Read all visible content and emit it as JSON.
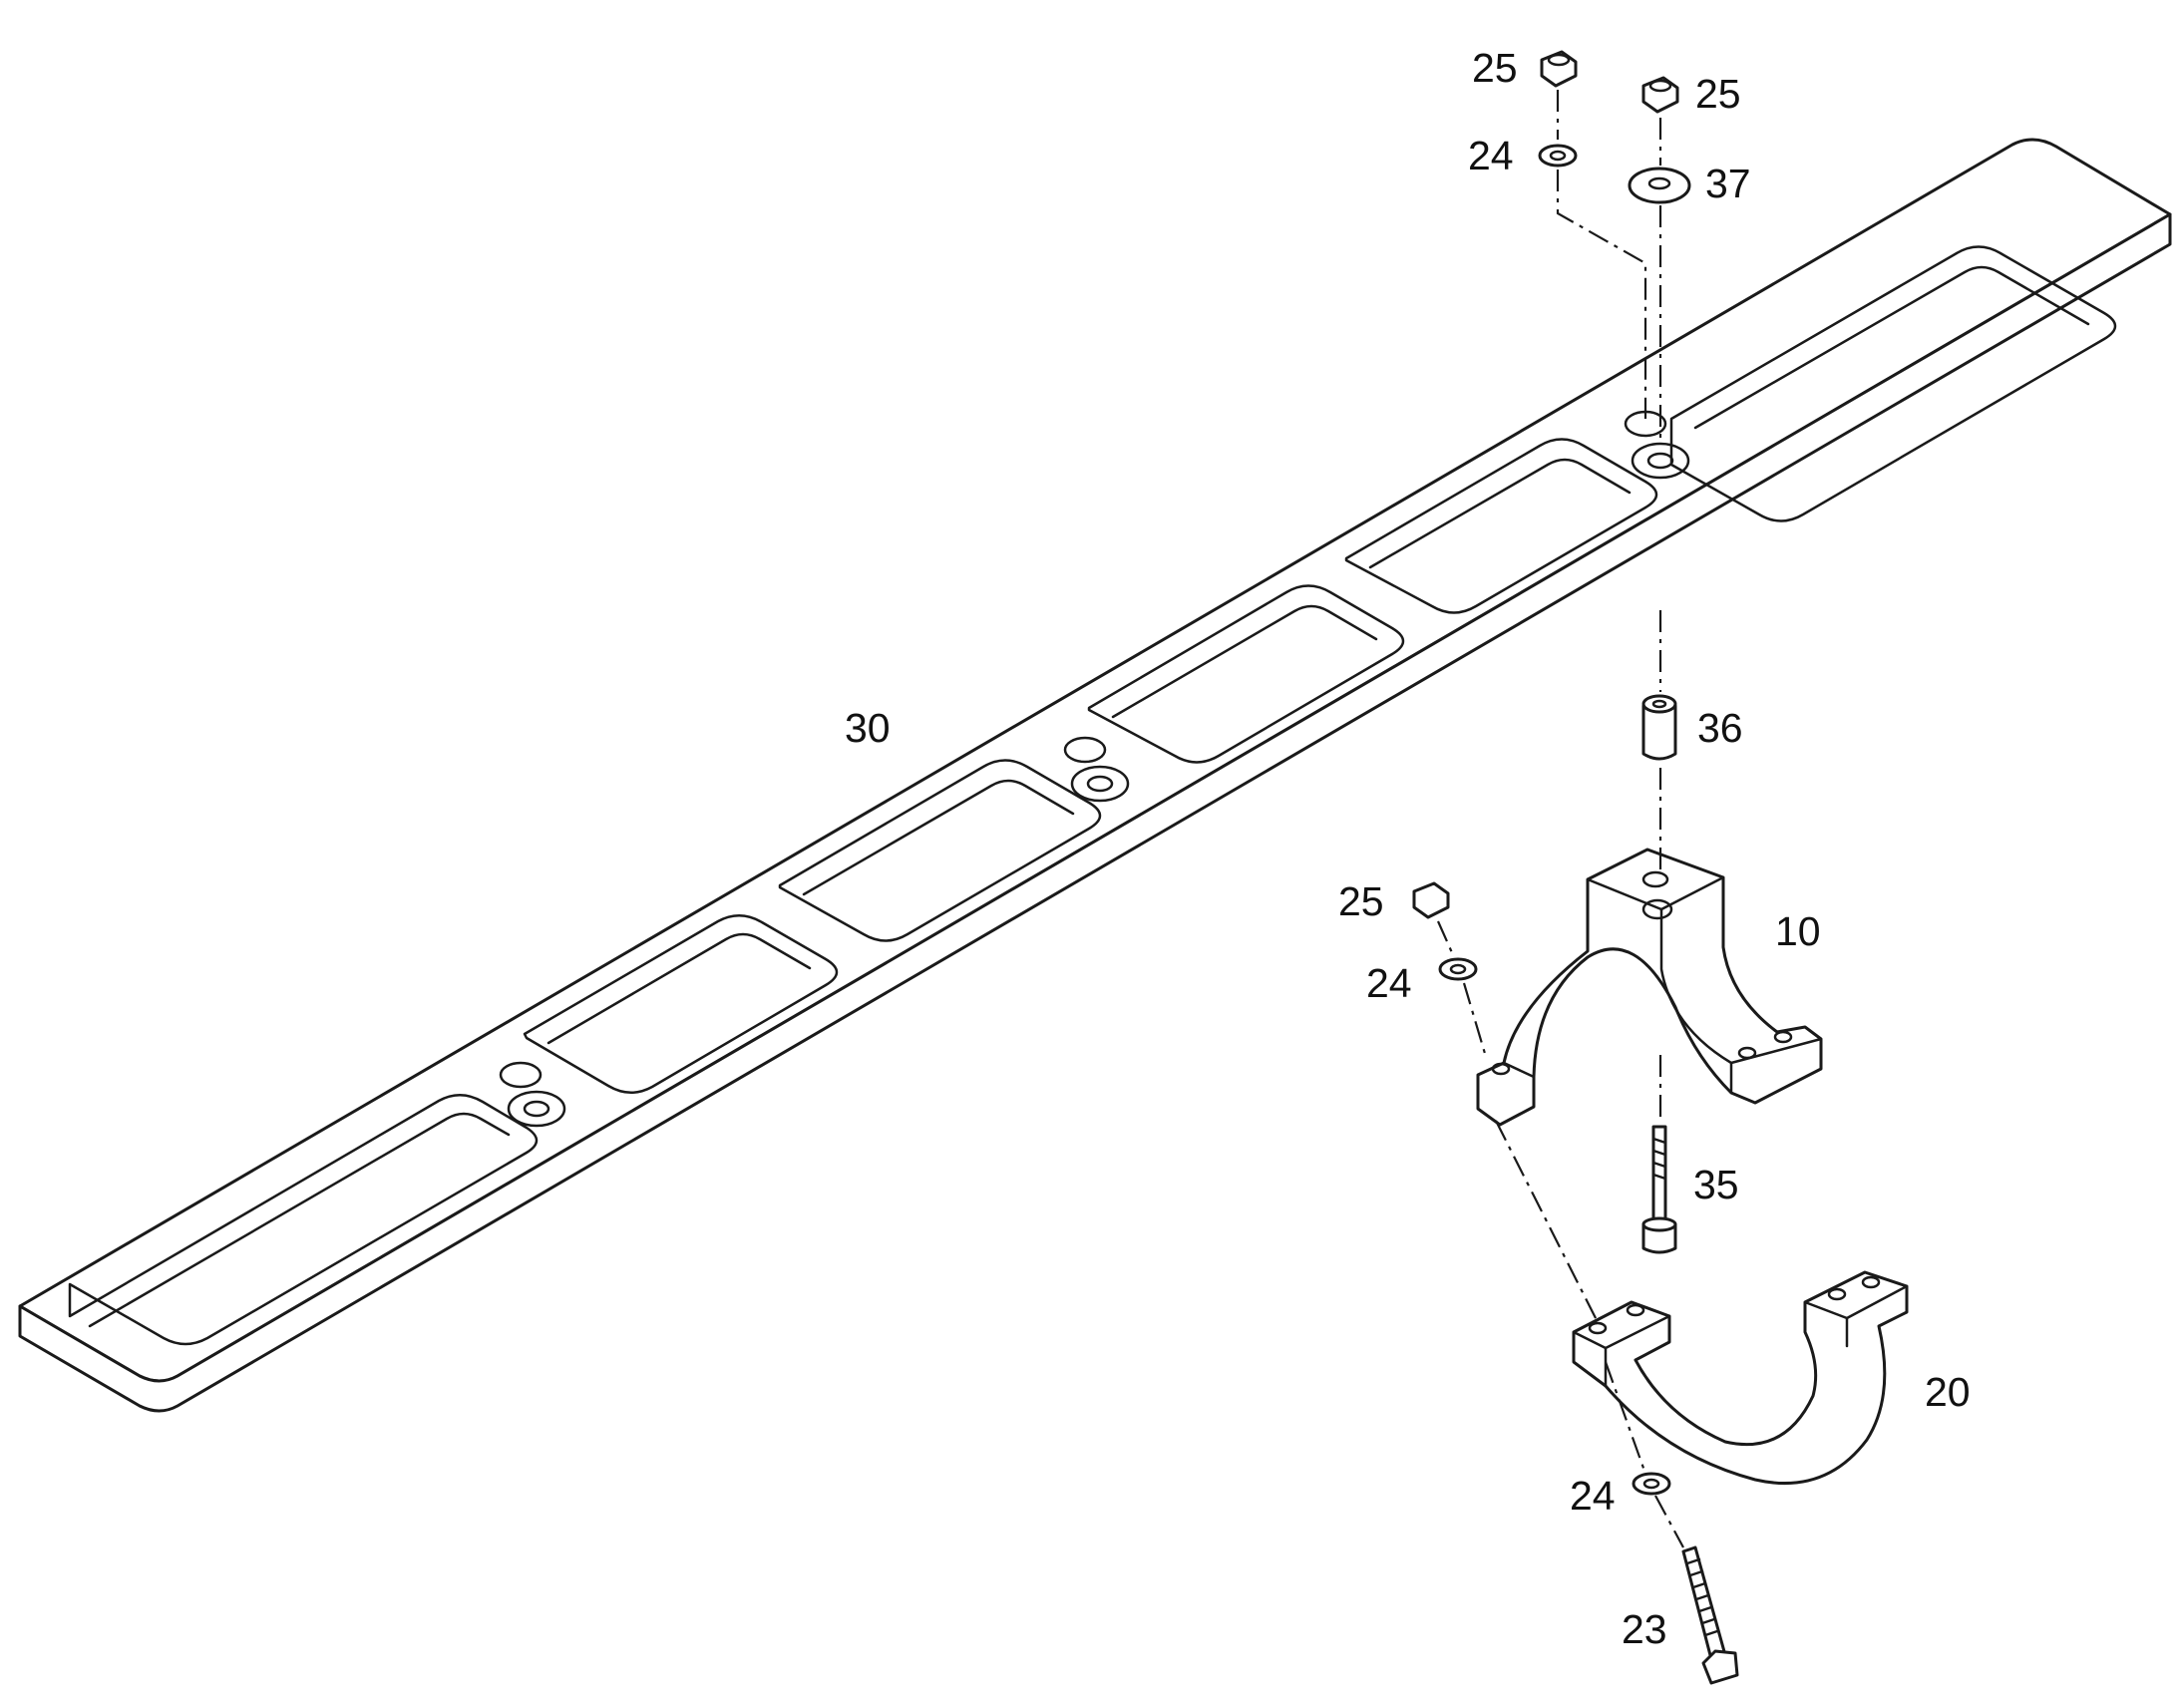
{
  "diagram": {
    "line_color": "#1a1a1a",
    "background": "#ffffff",
    "callouts": [
      {
        "id": "c30",
        "label": "30"
      },
      {
        "id": "c10",
        "label": "10"
      },
      {
        "id": "c20",
        "label": "20"
      },
      {
        "id": "c23",
        "label": "23"
      },
      {
        "id": "c24a",
        "label": "24"
      },
      {
        "id": "c24b",
        "label": "24"
      },
      {
        "id": "c24c",
        "label": "24"
      },
      {
        "id": "c25a",
        "label": "25"
      },
      {
        "id": "c25b",
        "label": "25"
      },
      {
        "id": "c25c",
        "label": "25"
      },
      {
        "id": "c35",
        "label": "35"
      },
      {
        "id": "c36",
        "label": "36"
      },
      {
        "id": "c37",
        "label": "37"
      }
    ]
  }
}
